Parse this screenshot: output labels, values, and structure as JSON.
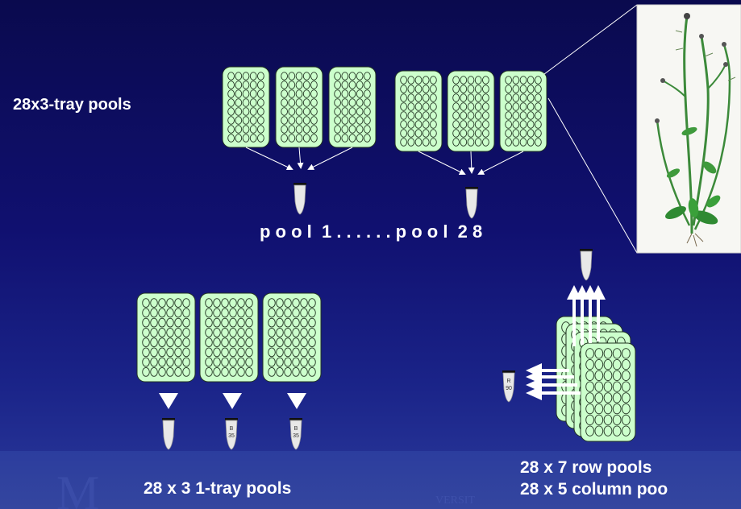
{
  "labels": {
    "three_tray_pools": "28x3-tray pools",
    "pool_range": "p o o l  1 . . . . . . p o o l  2 8",
    "one_tray_pools": "28 x 3 1-tray pools",
    "row_pools": "28 x 7 row pools",
    "column_pools": "28 x 5 column poo"
  },
  "tube_labels": {
    "tube_b1_top": "B",
    "tube_b1_bottom": "35",
    "tube_b2_top": "B",
    "tube_b2_bottom": "35",
    "tube_r_top": "R",
    "tube_r_bottom": "90"
  },
  "colors": {
    "tray_fill": "#ccffcc",
    "tray_stroke": "#223322",
    "background": "#10106a",
    "band": "#2f409e",
    "arrow": "#ffffff"
  },
  "icons": {
    "plant": "plant-illustration",
    "tube": "microcentrifuge-tube-icon",
    "tray": "96-well-tray-icon"
  }
}
